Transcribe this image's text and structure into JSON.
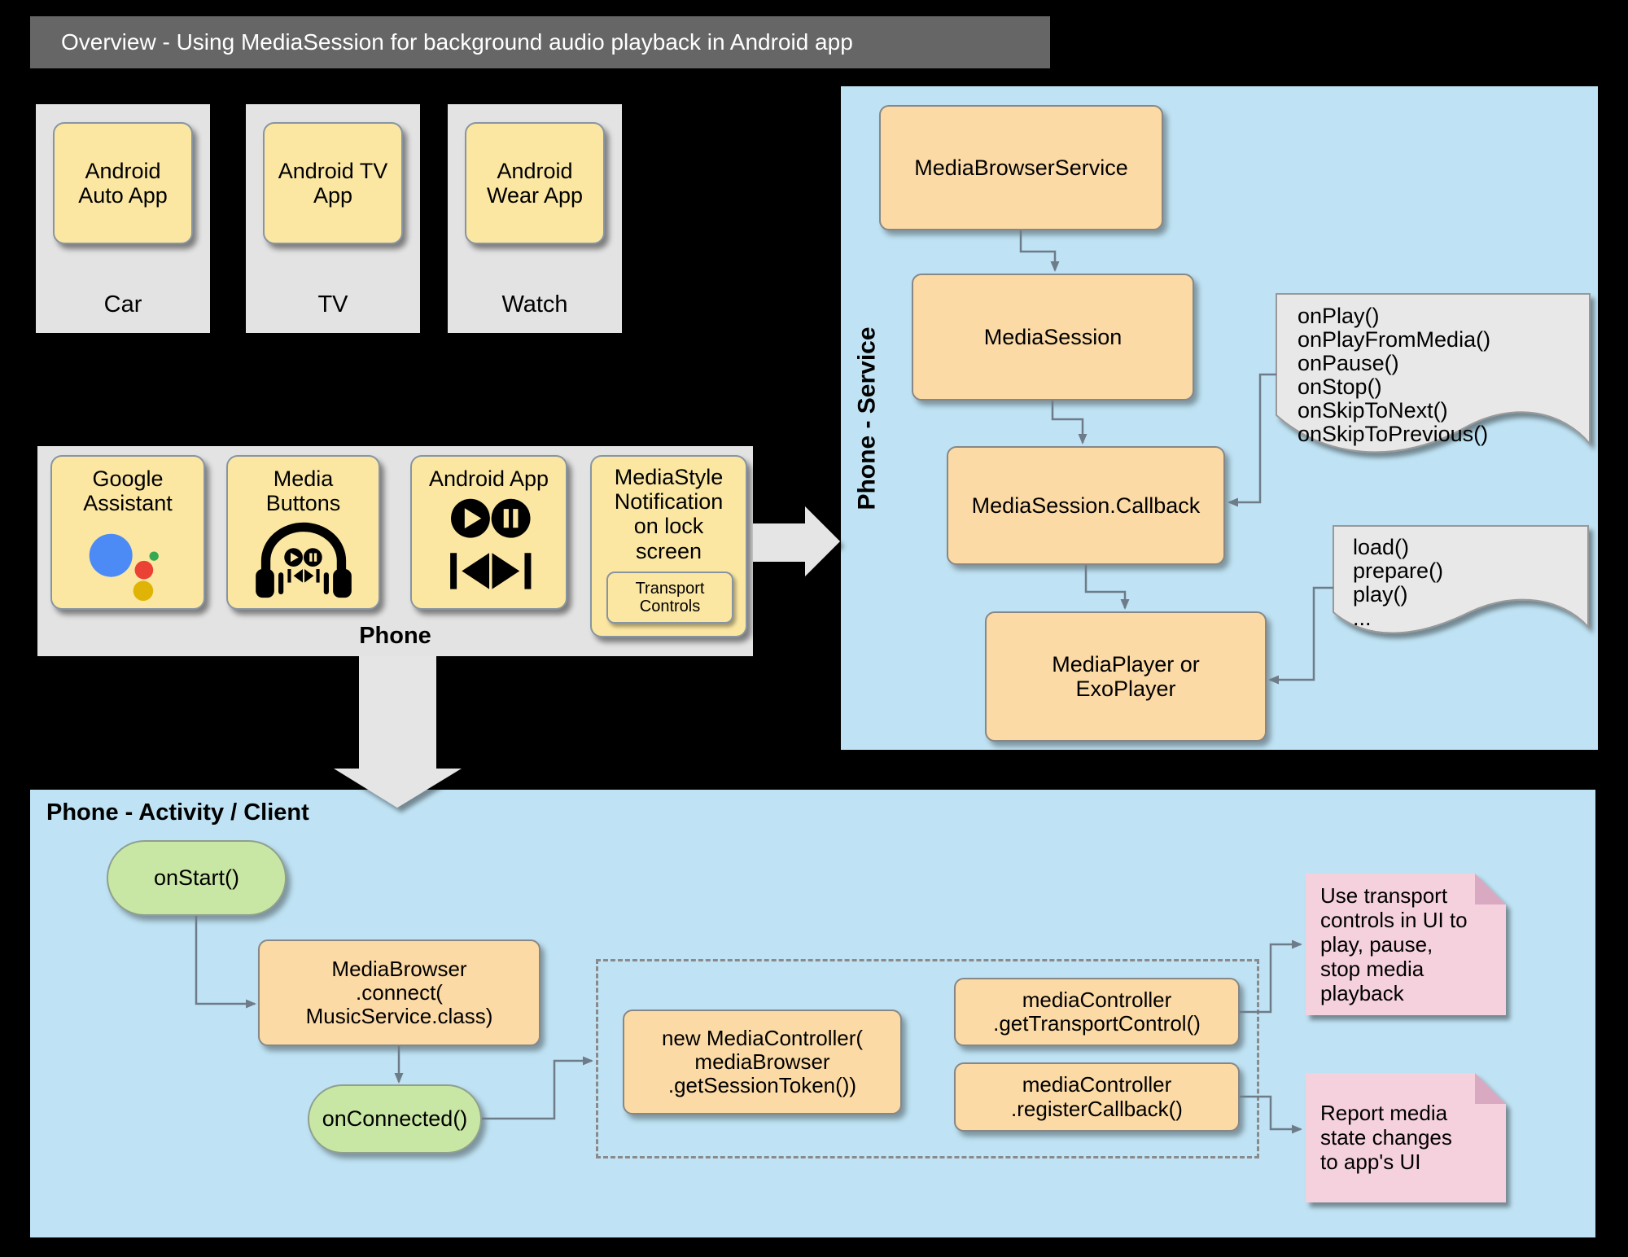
{
  "title_bar": {
    "text": "Overview - Using MediaSession for background audio playback in Android app"
  },
  "device_panels": {
    "car": {
      "app": "Android\nAuto App",
      "device": "Car"
    },
    "tv": {
      "app": "Android TV\nApp",
      "device": "TV"
    },
    "watch": {
      "app": "Android\nWear App",
      "device": "Watch"
    }
  },
  "phone_panel": {
    "label": "Phone",
    "cards": {
      "google_assistant": "Google\nAssistant",
      "media_buttons": "Media\nButtons",
      "android_app": "Android App",
      "mediastyle": "MediaStyle\nNotification\non lock\nscreen",
      "transport_controls": "Transport\nControls"
    }
  },
  "service_panel": {
    "label": "Phone - Service",
    "boxes": {
      "browser_service": "MediaBrowserService",
      "media_session": "MediaSession",
      "callback": "MediaSession.Callback",
      "player": "MediaPlayer or\nExoPlayer"
    },
    "callback_note": "onPlay()\nonPlayFromMedia()\nonPause()\nonStop()\nonSkipToNext()\nonSkipToPrevious()",
    "player_note": "load()\nprepare()\nplay()\n..."
  },
  "client_panel": {
    "label": "Phone - Activity / Client",
    "on_start": "onStart()",
    "media_browser_connect": "MediaBrowser\n.connect(\nMusicService.class)",
    "on_connected": "onConnected()",
    "new_media_controller": "new MediaController(\nmediaBrowser\n.getSessionToken())",
    "get_transport_control": "mediaController\n.getTransportControl()",
    "register_callback": "mediaController\n.registerCallback()",
    "note_transport": "Use transport\ncontrols in UI to\nplay, pause,\nstop media\nplayback",
    "note_report": "Report media\nstate changes\nto app's UI"
  },
  "colors": {
    "background": "#000000",
    "title_bar": "#666666",
    "panel_gray": "#e3e3e3",
    "panel_blue": "#bfe3f4",
    "node_yellow": "#fbe7a2",
    "node_orange": "#fcdaa5",
    "node_green": "#c9e7a4",
    "note_gray": "#e8e8e8",
    "note_pink": "#f5d0dd",
    "note_pink_fold": "#d9a9c2",
    "connector": "#6e7b88",
    "assistant_blue": "#4c8bf5",
    "assistant_red": "#ea4335",
    "assistant_green": "#34a853",
    "assistant_yellow": "#e0b407"
  }
}
